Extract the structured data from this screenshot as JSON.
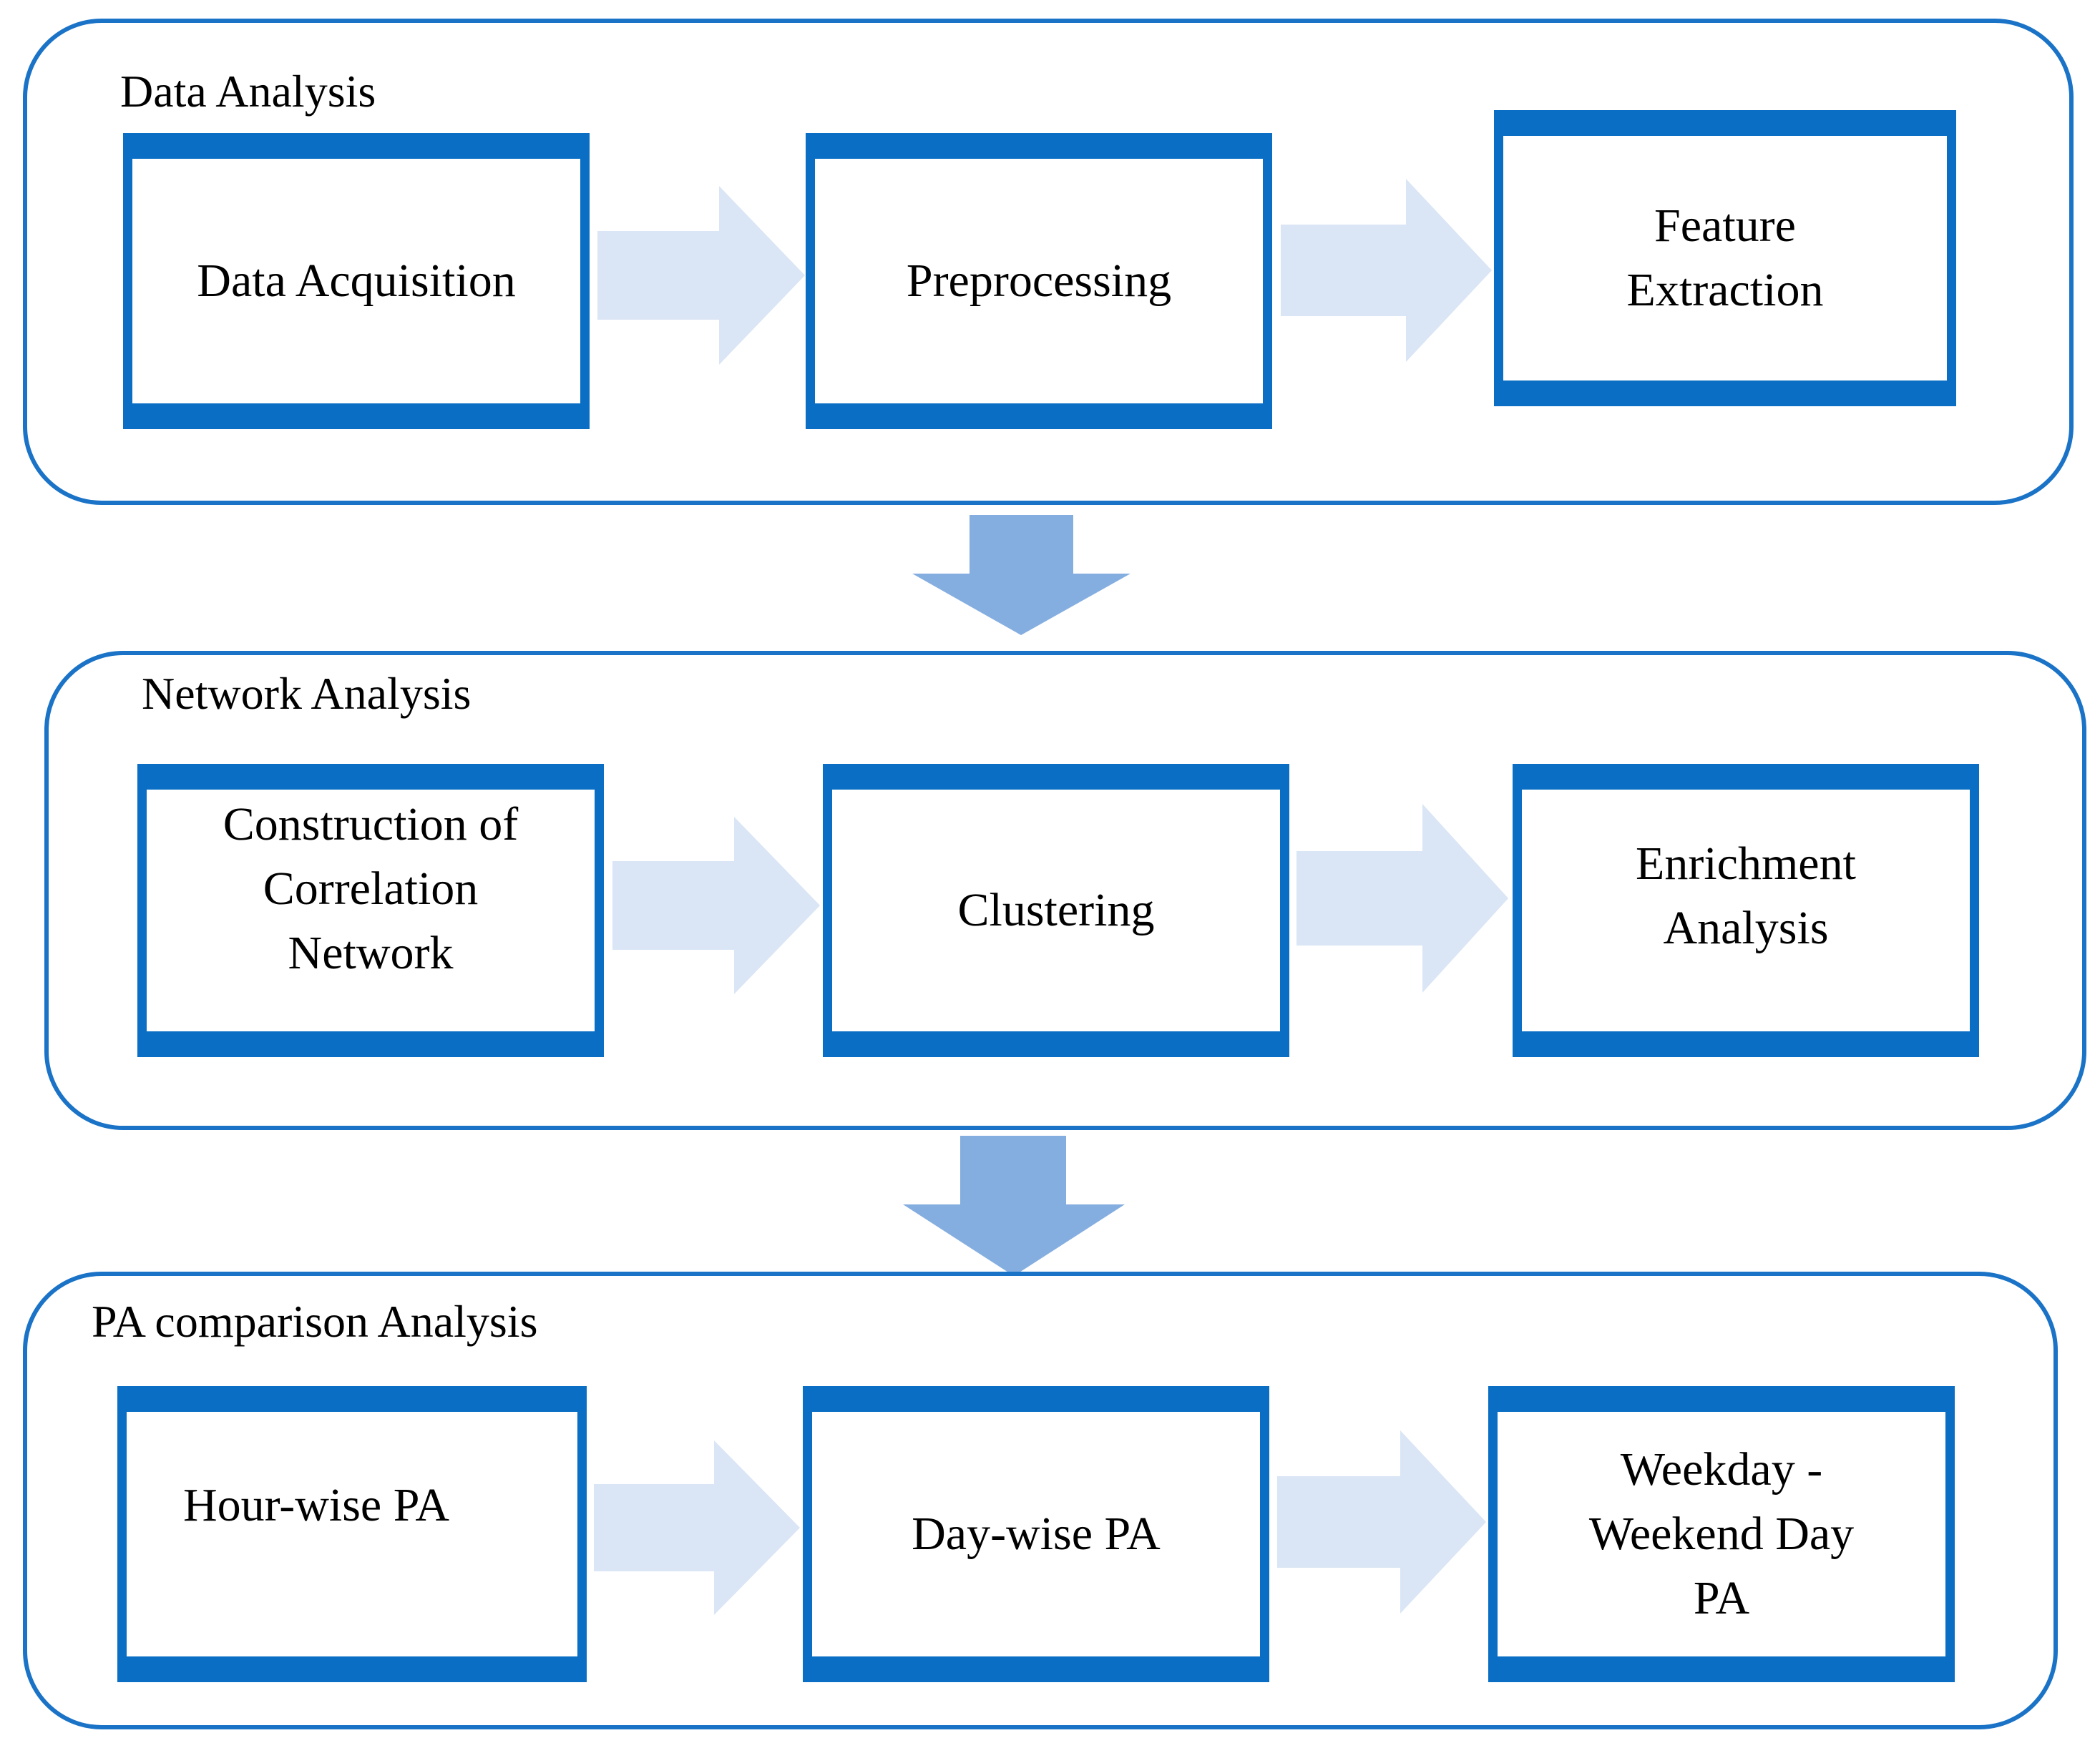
{
  "colors": {
    "panel_border": "#1a73c6",
    "step_border": "#0a6fc4",
    "flow_arrow": "#dae6f5",
    "stage_arrow": "#85aee0"
  },
  "panels": [
    {
      "title": "Data Analysis",
      "steps": [
        {
          "label": "Data Acquisition"
        },
        {
          "label": "Preprocessing"
        },
        {
          "label": "Feature\nExtraction"
        }
      ]
    },
    {
      "title": "Network Analysis",
      "steps": [
        {
          "label": "Construction of\nCorrelation\nNetwork"
        },
        {
          "label": "Clustering"
        },
        {
          "label": "Enrichment\nAnalysis"
        }
      ]
    },
    {
      "title": "PA comparison Analysis",
      "steps": [
        {
          "label": "Hour-wise PA"
        },
        {
          "label": "Day-wise PA"
        },
        {
          "label": "Weekday -\nWeekend Day\nPA"
        }
      ]
    }
  ]
}
